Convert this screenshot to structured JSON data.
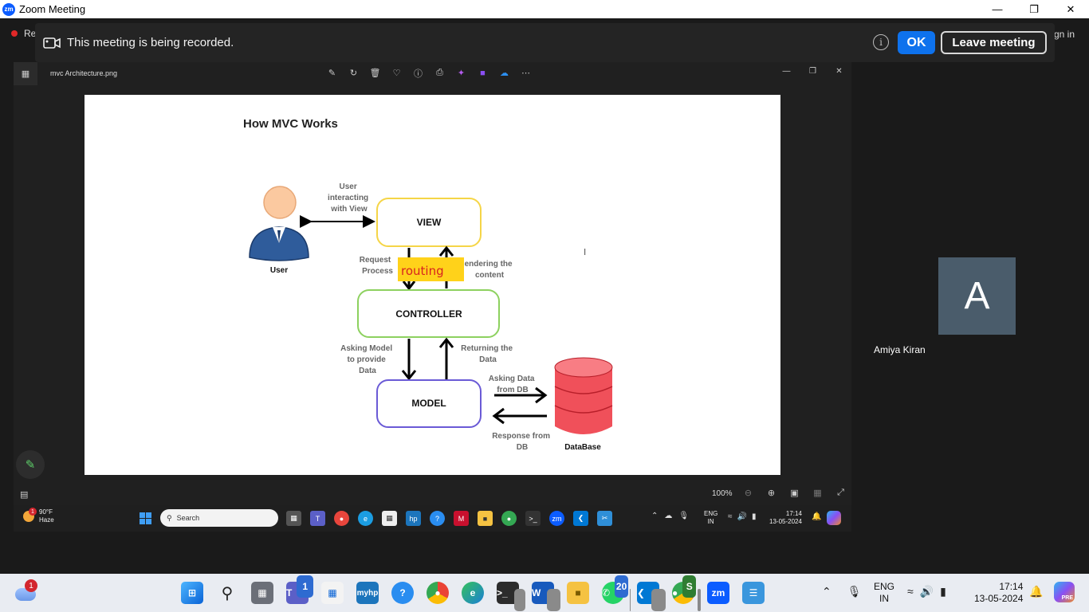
{
  "window": {
    "title": "Zoom Meeting",
    "logo": "zm"
  },
  "left_indicator": {
    "label": "Re"
  },
  "right_partial": {
    "label": "gn in"
  },
  "banner": {
    "message": "This meeting is being recorded.",
    "ok_label": "OK",
    "leave_label": "Leave meeting",
    "info_glyph": "i"
  },
  "photos": {
    "filename": "mvc Architecture.png",
    "zoom_level": "100%"
  },
  "diagram": {
    "title": "How MVC Works",
    "user_label": "User",
    "view_label": "VIEW",
    "controller_label": "CONTROLLER",
    "model_label": "MODEL",
    "database_label": "DataBase",
    "user_view_note": [
      "User",
      "interacting",
      "with View"
    ],
    "request_note": [
      "Request",
      "Process"
    ],
    "routing_label": "routing",
    "rendering_note": [
      "endering the",
      "content"
    ],
    "asking_model_note": [
      "Asking Model",
      "to provide",
      "Data"
    ],
    "returning_note": [
      "Returning the",
      "Data"
    ],
    "asking_db_note": [
      "Asking Data",
      "from DB"
    ],
    "response_note": [
      "Response from",
      "DB"
    ]
  },
  "inner_taskbar": {
    "temperature": "90°F",
    "condition": "Haze",
    "weather_badge": "1",
    "search_placeholder": "Search",
    "lang_top": "ENG",
    "lang_bottom": "IN",
    "time": "17:14",
    "date": "13-05-2024"
  },
  "participant": {
    "initial": "A",
    "name": "Amiya Kiran"
  },
  "taskbar": {
    "weather_badge": "1",
    "teams_badge": "1",
    "whatsapp_badge": "20",
    "chrome_profile": "S",
    "zoom_label": "zm",
    "lang_top": "ENG",
    "lang_bottom": "IN",
    "time": "17:14",
    "date": "13-05-2024",
    "copilot_tag": "PRE"
  },
  "colors": {
    "zoom_blue": "#0e72ed",
    "view_border": "#f5d547",
    "controller_border": "#8dd15f",
    "model_border": "#6a5ad6",
    "database_red": "#f0505a",
    "routing_bg": "#ffd21a",
    "routing_text": "#d8231f"
  }
}
